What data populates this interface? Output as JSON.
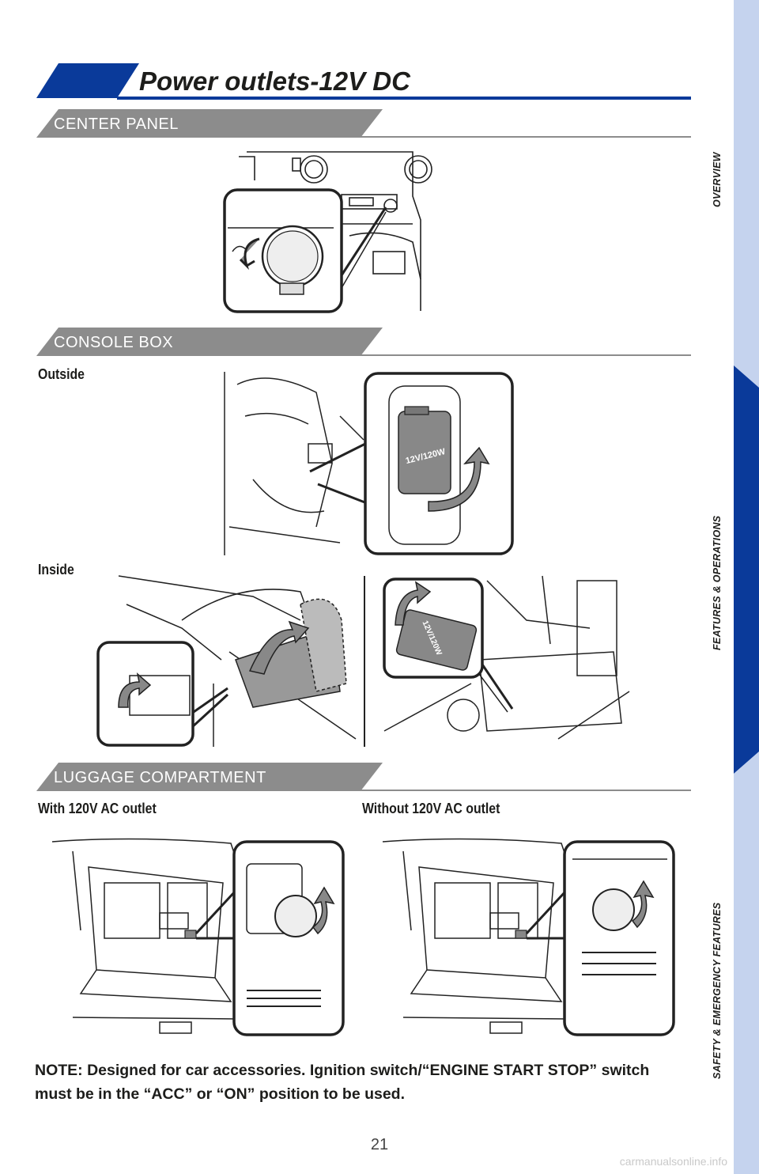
{
  "page": {
    "title": "Power outlets-12V DC",
    "page_number": "21",
    "watermark": "carmanualsonline.info"
  },
  "sections": {
    "center_panel": {
      "label": "CENTER PANEL"
    },
    "console_box": {
      "label": "CONSOLE BOX",
      "outside_label": "Outside",
      "inside_label": "Inside"
    },
    "luggage": {
      "label": "LUGGAGE COMPARTMENT",
      "with_ac_label": "With 120V AC outlet",
      "without_ac_label": "Without 120V AC outlet"
    }
  },
  "illustration_text": {
    "cap_marking": "12V/120W"
  },
  "note": {
    "text": "NOTE: Designed for car accessories. Ignition switch/“ENGINE START STOP” switch must be in the “ACC” or “ON” position to be used."
  },
  "side_nav": {
    "tabs": [
      {
        "label": "OVERVIEW",
        "active": false
      },
      {
        "label": "FEATURES & OPERATIONS",
        "active": true
      },
      {
        "label": "SAFETY & EMERGENCY FEATURES",
        "active": false
      }
    ]
  },
  "colors": {
    "accent_blue": "#0a3a9a",
    "nav_light": "#c5d3ee",
    "section_gray": "#8c8c8c"
  }
}
